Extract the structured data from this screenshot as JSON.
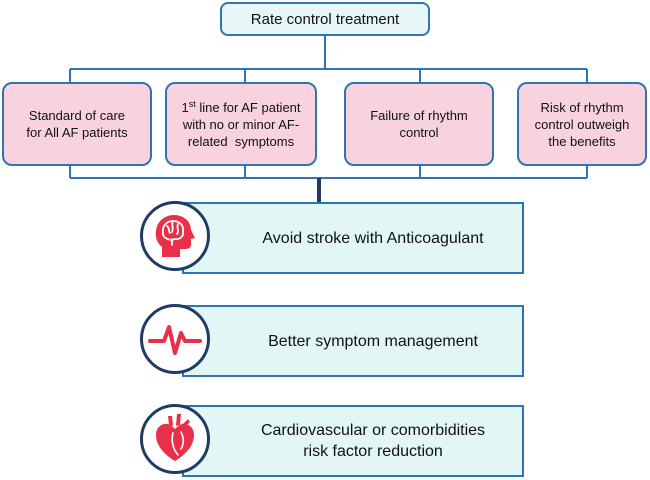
{
  "diagram": {
    "title": "Rate control treatment",
    "categories": [
      {
        "lines": [
          "Standard of care",
          "for All AF patients"
        ]
      },
      {
        "superscript": "st",
        "lines": [
          "1",
          " line for AF patient",
          "with no or minor AF-",
          "related  symptoms"
        ]
      },
      {
        "lines": [
          "Failure of rhythm",
          "control"
        ]
      },
      {
        "lines": [
          "Risk of rhythm",
          "control outweigh",
          "the benefits"
        ]
      }
    ],
    "outcomes": [
      {
        "icon": "brain-head-icon",
        "lines": [
          "Avoid stroke with Anticoagulant"
        ]
      },
      {
        "icon": "heartbeat-pulse-icon",
        "lines": [
          "Better symptom management"
        ]
      },
      {
        "icon": "heart-organ-icon",
        "lines": [
          "Cardiovascular or comorbidities",
          "risk factor reduction"
        ]
      }
    ],
    "colors": {
      "border": "#2e75b6",
      "category_fill": "#f8d3dd",
      "outcome_fill": "#e3f6f6",
      "icon_red": "#e8304a",
      "circle_border": "#1f3c66"
    }
  }
}
